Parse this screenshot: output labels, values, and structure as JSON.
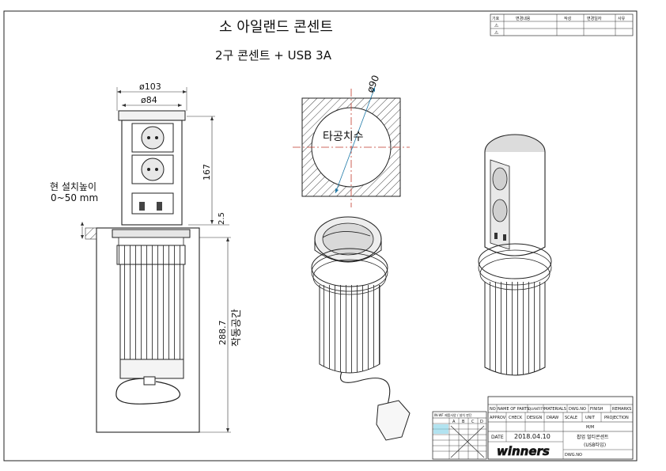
{
  "title": "소   아일랜드 콘센트",
  "subtitle": "2구 콘센트 + USB 3A",
  "dims": {
    "d103": "ø103",
    "d84": "ø84",
    "h167": "167",
    "h2_5": "2.5",
    "h288": "288.7",
    "hole_dia": "ø90"
  },
  "labels": {
    "install_height_1": "현 설치높이",
    "install_height_2": "0~50 mm",
    "hole_size": "타공치수",
    "working_space": "작동공간"
  },
  "revision": {
    "headers": [
      "기호",
      "변경내용",
      "작성",
      "변경일자",
      "사유"
    ],
    "rows": [
      "⚠",
      "⚠"
    ]
  },
  "title_block": {
    "row1": [
      "NO",
      "NAME OF PARTS",
      "QUANTITY",
      "MATERIALS",
      "DWG.NO",
      "FINISH",
      "REMARKS"
    ],
    "row2": [
      "APPROV",
      "CHECK",
      "DESIGN",
      "DRAW",
      "SCALE",
      "UNIT",
      "PROJECTION"
    ],
    "unit": "M/M",
    "date_label": "DATE",
    "date": "2018.04.10",
    "brand": "winners",
    "part_name_1": "팝업 멀티콘센트",
    "part_name_2": "(USB타입)",
    "dwg_no_label": "DWG.NO"
  },
  "spec_table": {
    "header": "IN-WF 제품사양 / 설치 판단",
    "cols": [
      "",
      "A",
      "B",
      "C",
      "D"
    ]
  }
}
